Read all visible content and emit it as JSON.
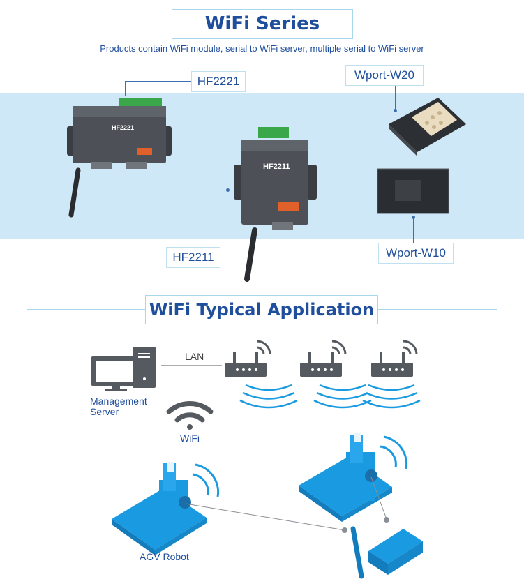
{
  "header": {
    "title": "WiFi Series",
    "subtitle": "Products contain WiFi module, serial to WiFi server, multiple serial to WiFi server"
  },
  "products": {
    "hf2221": {
      "label": "HF2221",
      "device_text": "HF2221"
    },
    "hf2211": {
      "label": "HF2211",
      "device_text": "HF2211"
    },
    "wport_w20": {
      "label": "Wport-W20"
    },
    "wport_w10": {
      "label": "Wport-W10"
    }
  },
  "application": {
    "title": "WiFi Typical Application",
    "lan_label": "LAN",
    "server_label_line1": "Management",
    "server_label_line2": "Server",
    "wifi_label": "WiFi",
    "agv_label": "AGV Robot"
  },
  "colors": {
    "title_blue": "#1f4e9c",
    "band_blue": "#cfe8f7",
    "accent_blue": "#1a9ae0",
    "device_gray": "#55595e"
  }
}
